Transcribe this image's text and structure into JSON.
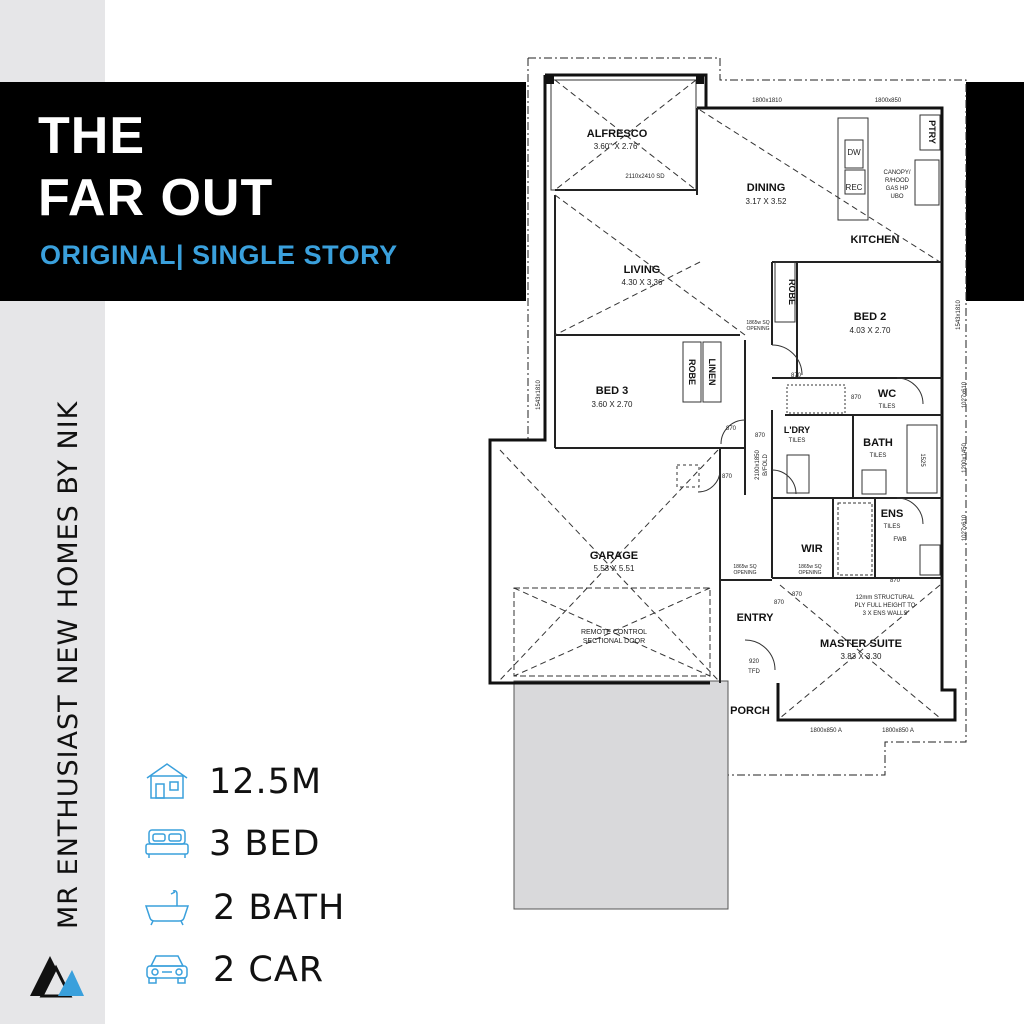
{
  "header": {
    "title_line_1": "THE",
    "title_line_2": "FAR OUT",
    "subtitle": "ORIGINAL| SINGLE STORY"
  },
  "brand": {
    "vertical_text": "MR ENTHUSIAST NEW HOMES BY NIK",
    "accent_color": "#3aa0dc"
  },
  "specs": [
    {
      "icon": "house-icon",
      "label": "12.5M"
    },
    {
      "icon": "bed-icon",
      "label": "3 BED"
    },
    {
      "icon": "bathtub-icon",
      "label": "2 BATH"
    },
    {
      "icon": "car-icon",
      "label": "2 CAR"
    }
  ],
  "plan": {
    "rooms": {
      "alfresco": {
        "name": "ALFRESCO",
        "size": "3.60\" X 2.76\""
      },
      "dining": {
        "name": "DINING",
        "size": "3.17 X 3.52"
      },
      "kitchen": {
        "name": "KITCHEN"
      },
      "living": {
        "name": "LIVING",
        "size": "4.30 X 3.36"
      },
      "bed2": {
        "name": "BED 2",
        "size": "4.03 X 2.70"
      },
      "bed3": {
        "name": "BED 3",
        "size": "3.60 X 2.70"
      },
      "garage": {
        "name": "GARAGE",
        "size": "5.53 X 5.51"
      },
      "wc": {
        "name": "WC",
        "note": "TILES"
      },
      "bath": {
        "name": "BATH",
        "note": "TILES"
      },
      "ldry": {
        "name": "L'DRY",
        "note": "TILES"
      },
      "ens": {
        "name": "ENS",
        "note": "TILES"
      },
      "wir": {
        "name": "WIR"
      },
      "entry": {
        "name": "ENTRY"
      },
      "master": {
        "name": "MASTER SUITE",
        "size": "3.83 X 3.30"
      },
      "porch": {
        "name": "PORCH"
      }
    },
    "labels": {
      "robe": "ROBE",
      "linen": "LINEN",
      "ptry": "PTRY",
      "dw": "DW",
      "rec": "REC",
      "canopy": [
        "CANOPY/",
        "R/HOOD",
        "GAS HP",
        "UBO"
      ],
      "garage_door": [
        "REMOTE CONTROL",
        "SECTIONAL DOOR"
      ],
      "ply_note": [
        "12mm STRUCTURAL",
        "PLY FULL HEIGHT TO",
        "3 X ENS WALLS"
      ],
      "fwb": "FWB",
      "door_870": "870",
      "door_920": "920",
      "tfd": "TFD",
      "sliding_door": "2110x2410 SD",
      "opening": [
        "1865w SQ",
        "OPENING"
      ],
      "bifold": "2100x1850",
      "bifold_label": "B/FOLD",
      "w_top_1": "1800x1810",
      "w_top_2": "1800x850",
      "w_right_1": "1543x1810",
      "w_left": "1543x1810",
      "w_right_2": "1027x610",
      "w_right_3": "1200x1450",
      "w_right_4": "1027x610",
      "w_bottom_1": "1800x850 A",
      "w_bottom_2": "1800x850 A",
      "w_1525": "1525"
    }
  }
}
